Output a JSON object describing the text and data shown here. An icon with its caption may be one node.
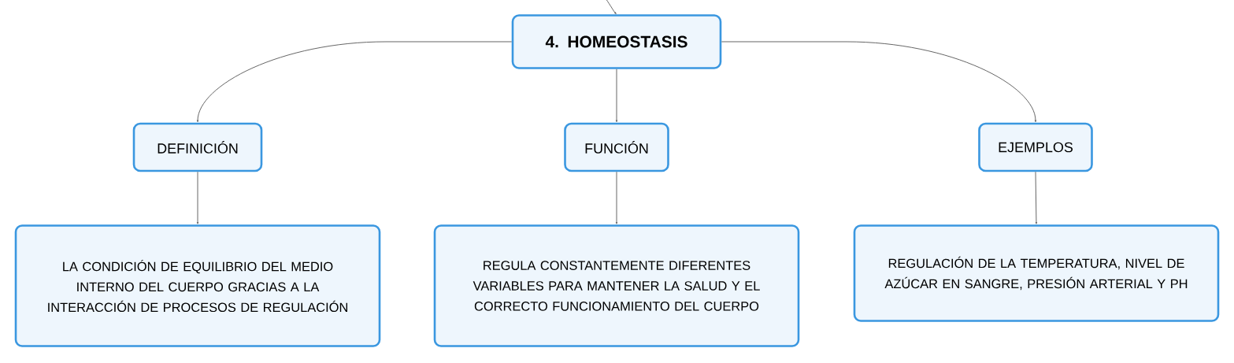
{
  "diagram": {
    "nodes": [
      {
        "text": [
          "4. HOMEOSTASIS"
        ]
      },
      {
        "text": [
          "DEFINICIÓN"
        ]
      },
      {
        "text": [
          "FUNCIÓN"
        ]
      },
      {
        "text": [
          "EJEMPLOS"
        ]
      },
      {
        "text": [
          "LA CONDICIÓN DE EQUILIBRIO DEL MEDIO INTERNO DEL CUERPO GRACIAS A LA INTERACCIÓN DE PROCESOS DE REGULACIÓN"
        ]
      },
      {
        "text": [
          "REGULA CONSTANTEMENTE DIFERENTES VARIABLES PARA MANTENER LA SALUD Y EL CORRECTO FUNCIONAMIENTO DEL CUERPO"
        ]
      },
      {
        "text": [
          "REGULACIÓN DE LA TEMPERATURA, NIVEL DE AZÚCAR EN SANGRE, PRESIÓN ARTERIAL Y PH"
        ]
      }
    ],
    "edges": [
      {
        "from": null,
        "to": 0,
        "arrow": "to"
      },
      {
        "from": 0,
        "to": 1,
        "arrow": "to"
      },
      {
        "from": 0,
        "to": 2,
        "arrow": "to"
      },
      {
        "from": 0,
        "to": 3,
        "arrow": "to"
      },
      {
        "from": 1,
        "to": 4,
        "arrow": "to"
      },
      {
        "from": 2,
        "to": 5,
        "arrow": "to"
      },
      {
        "from": 3,
        "to": 6,
        "arrow": "to"
      }
    ]
  }
}
